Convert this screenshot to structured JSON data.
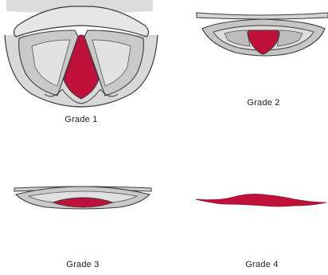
{
  "labels": {
    "grade1": "Grade 1",
    "grade2": "Grade 2",
    "grade3": "Grade 3",
    "grade4": "Grade 4"
  },
  "colors": {
    "glottis": "#c0113a",
    "tissue_light": "#e9e9e9",
    "tissue_mid": "#cfcfcf",
    "tissue_dark": "#b3b3b3",
    "outline": "#3a3a3a"
  }
}
